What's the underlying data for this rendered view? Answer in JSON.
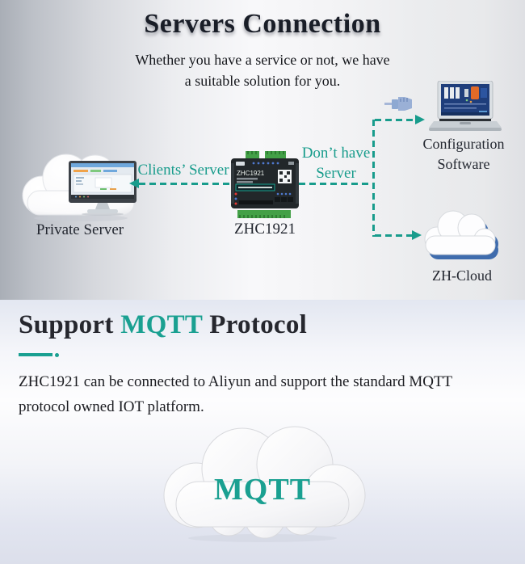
{
  "colors": {
    "accent": "#189c8c"
  },
  "section1": {
    "title": "Servers Connection",
    "subtitle": [
      "Whether you have a service or not, we have",
      "a suitable solution for you."
    ],
    "diagram": {
      "private_server": "Private Server",
      "device_caption": "ZHC1921",
      "device_face_model": "ZHC1921",
      "clients_server": "Clients’ Server",
      "dont_have": [
        "Don’t have",
        "Server"
      ],
      "config_software": [
        "Configuration",
        "Software"
      ],
      "zh_cloud": "ZH-Cloud"
    }
  },
  "section2": {
    "title": {
      "prefix": "Support ",
      "highlight": "MQTT",
      "suffix": " Protocol"
    },
    "body": [
      "ZHC1921 can be connected to Aliyun and support the standard MQTT",
      "protocol owned IOT platform."
    ],
    "cloud_label": "MQTT"
  }
}
